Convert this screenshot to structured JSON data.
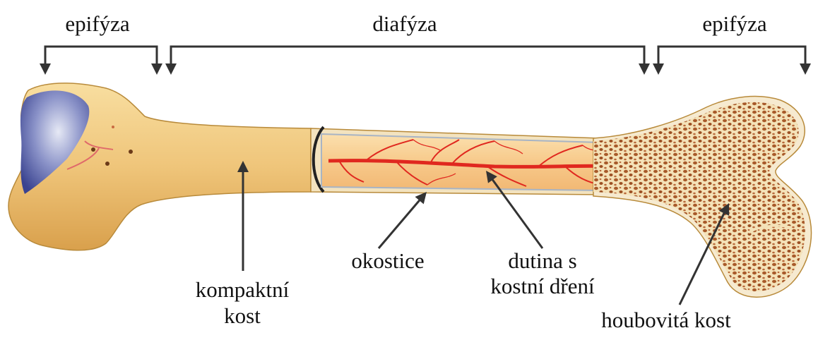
{
  "labels": {
    "epiphysis_left": "epifýza",
    "diaphysis": "diafýza",
    "epiphysis_right": "epifýza",
    "compact_line1": "kompaktní",
    "compact_line2": "kost",
    "periosteum": "okostice",
    "cavity_line1": "dutina s",
    "cavity_line2": "kostní dření",
    "spongy": "houbovitá kost"
  },
  "colors": {
    "bone": "#efc57a",
    "bone_dark": "#d9a04c",
    "cartilage": "#4f5aa8",
    "marrow": "#f7c98a",
    "vessel": "#e0281f",
    "spongy_fill": "#f4e2b8",
    "spongy_pore": "#a85a2a",
    "arrow": "#333333"
  }
}
